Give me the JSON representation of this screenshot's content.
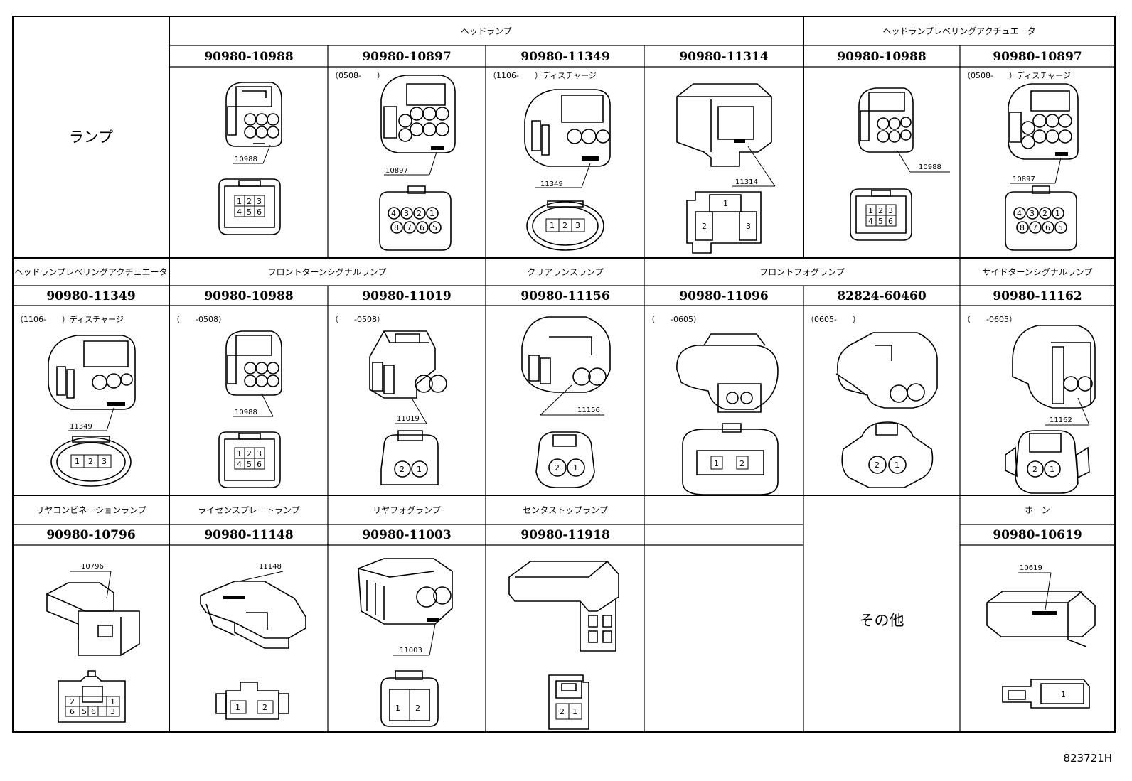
{
  "ref_code": "823721H",
  "row1": {
    "left_label": "ランプ",
    "groups": [
      "ヘッドランプ",
      "ヘッドランプレベリングアクチュエータ"
    ],
    "parts": [
      "90980-10988",
      "90980-10897",
      "90980-11349",
      "90980-11314",
      "90980-10988",
      "90980-10897"
    ],
    "notes": [
      "",
      "（0508-　　）",
      "（1106-　　）ディスチャージ",
      "",
      "",
      "（0508-　　）ディスチャージ"
    ],
    "callouts": [
      "10988",
      "10897",
      "11349",
      "11314",
      "10988",
      "10897"
    ]
  },
  "row2": {
    "groups": [
      "ヘッドランプレベリングアクチュエータ",
      "フロントターンシグナルランプ",
      "クリアランスランプ",
      "フロントフォグランプ",
      "サイドターンシグナルランプ"
    ],
    "parts": [
      "90980-11349",
      "90980-10988",
      "90980-11019",
      "90980-11156",
      "90980-11096",
      "82824-60460",
      "90980-11162"
    ],
    "notes": [
      "（1106-　　）ディスチャージ",
      "（　　-0508）",
      "（　　-0508）",
      "",
      "（　　-0605）",
      "（0605-　　）",
      "（　　-0605）"
    ],
    "callouts": [
      "11349",
      "10988",
      "11019",
      "11156",
      "",
      "",
      "11162"
    ]
  },
  "row3": {
    "groups": [
      "リヤコンビネーションランプ",
      "ライセンスプレートランプ",
      "リヤフォグランプ",
      "センタストップランプ",
      "ホーン"
    ],
    "parts": [
      "90980-10796",
      "90980-11148",
      "90980-11003",
      "90980-11918",
      "90980-10619"
    ],
    "callouts": [
      "10796",
      "11148",
      "11003",
      "10619"
    ],
    "other_label": "その他"
  },
  "pins": {
    "six": [
      "1",
      "2",
      "3",
      "4",
      "5",
      "6"
    ],
    "eight": [
      "4",
      "3",
      "2",
      "1",
      "8",
      "7",
      "6",
      "5"
    ],
    "three": [
      "1",
      "2",
      "3"
    ],
    "two": [
      "2",
      "1"
    ],
    "one2": [
      "1",
      "2"
    ],
    "one": [
      "1"
    ],
    "rcl": [
      "2",
      "1",
      "6",
      "5",
      "6",
      "3"
    ]
  }
}
